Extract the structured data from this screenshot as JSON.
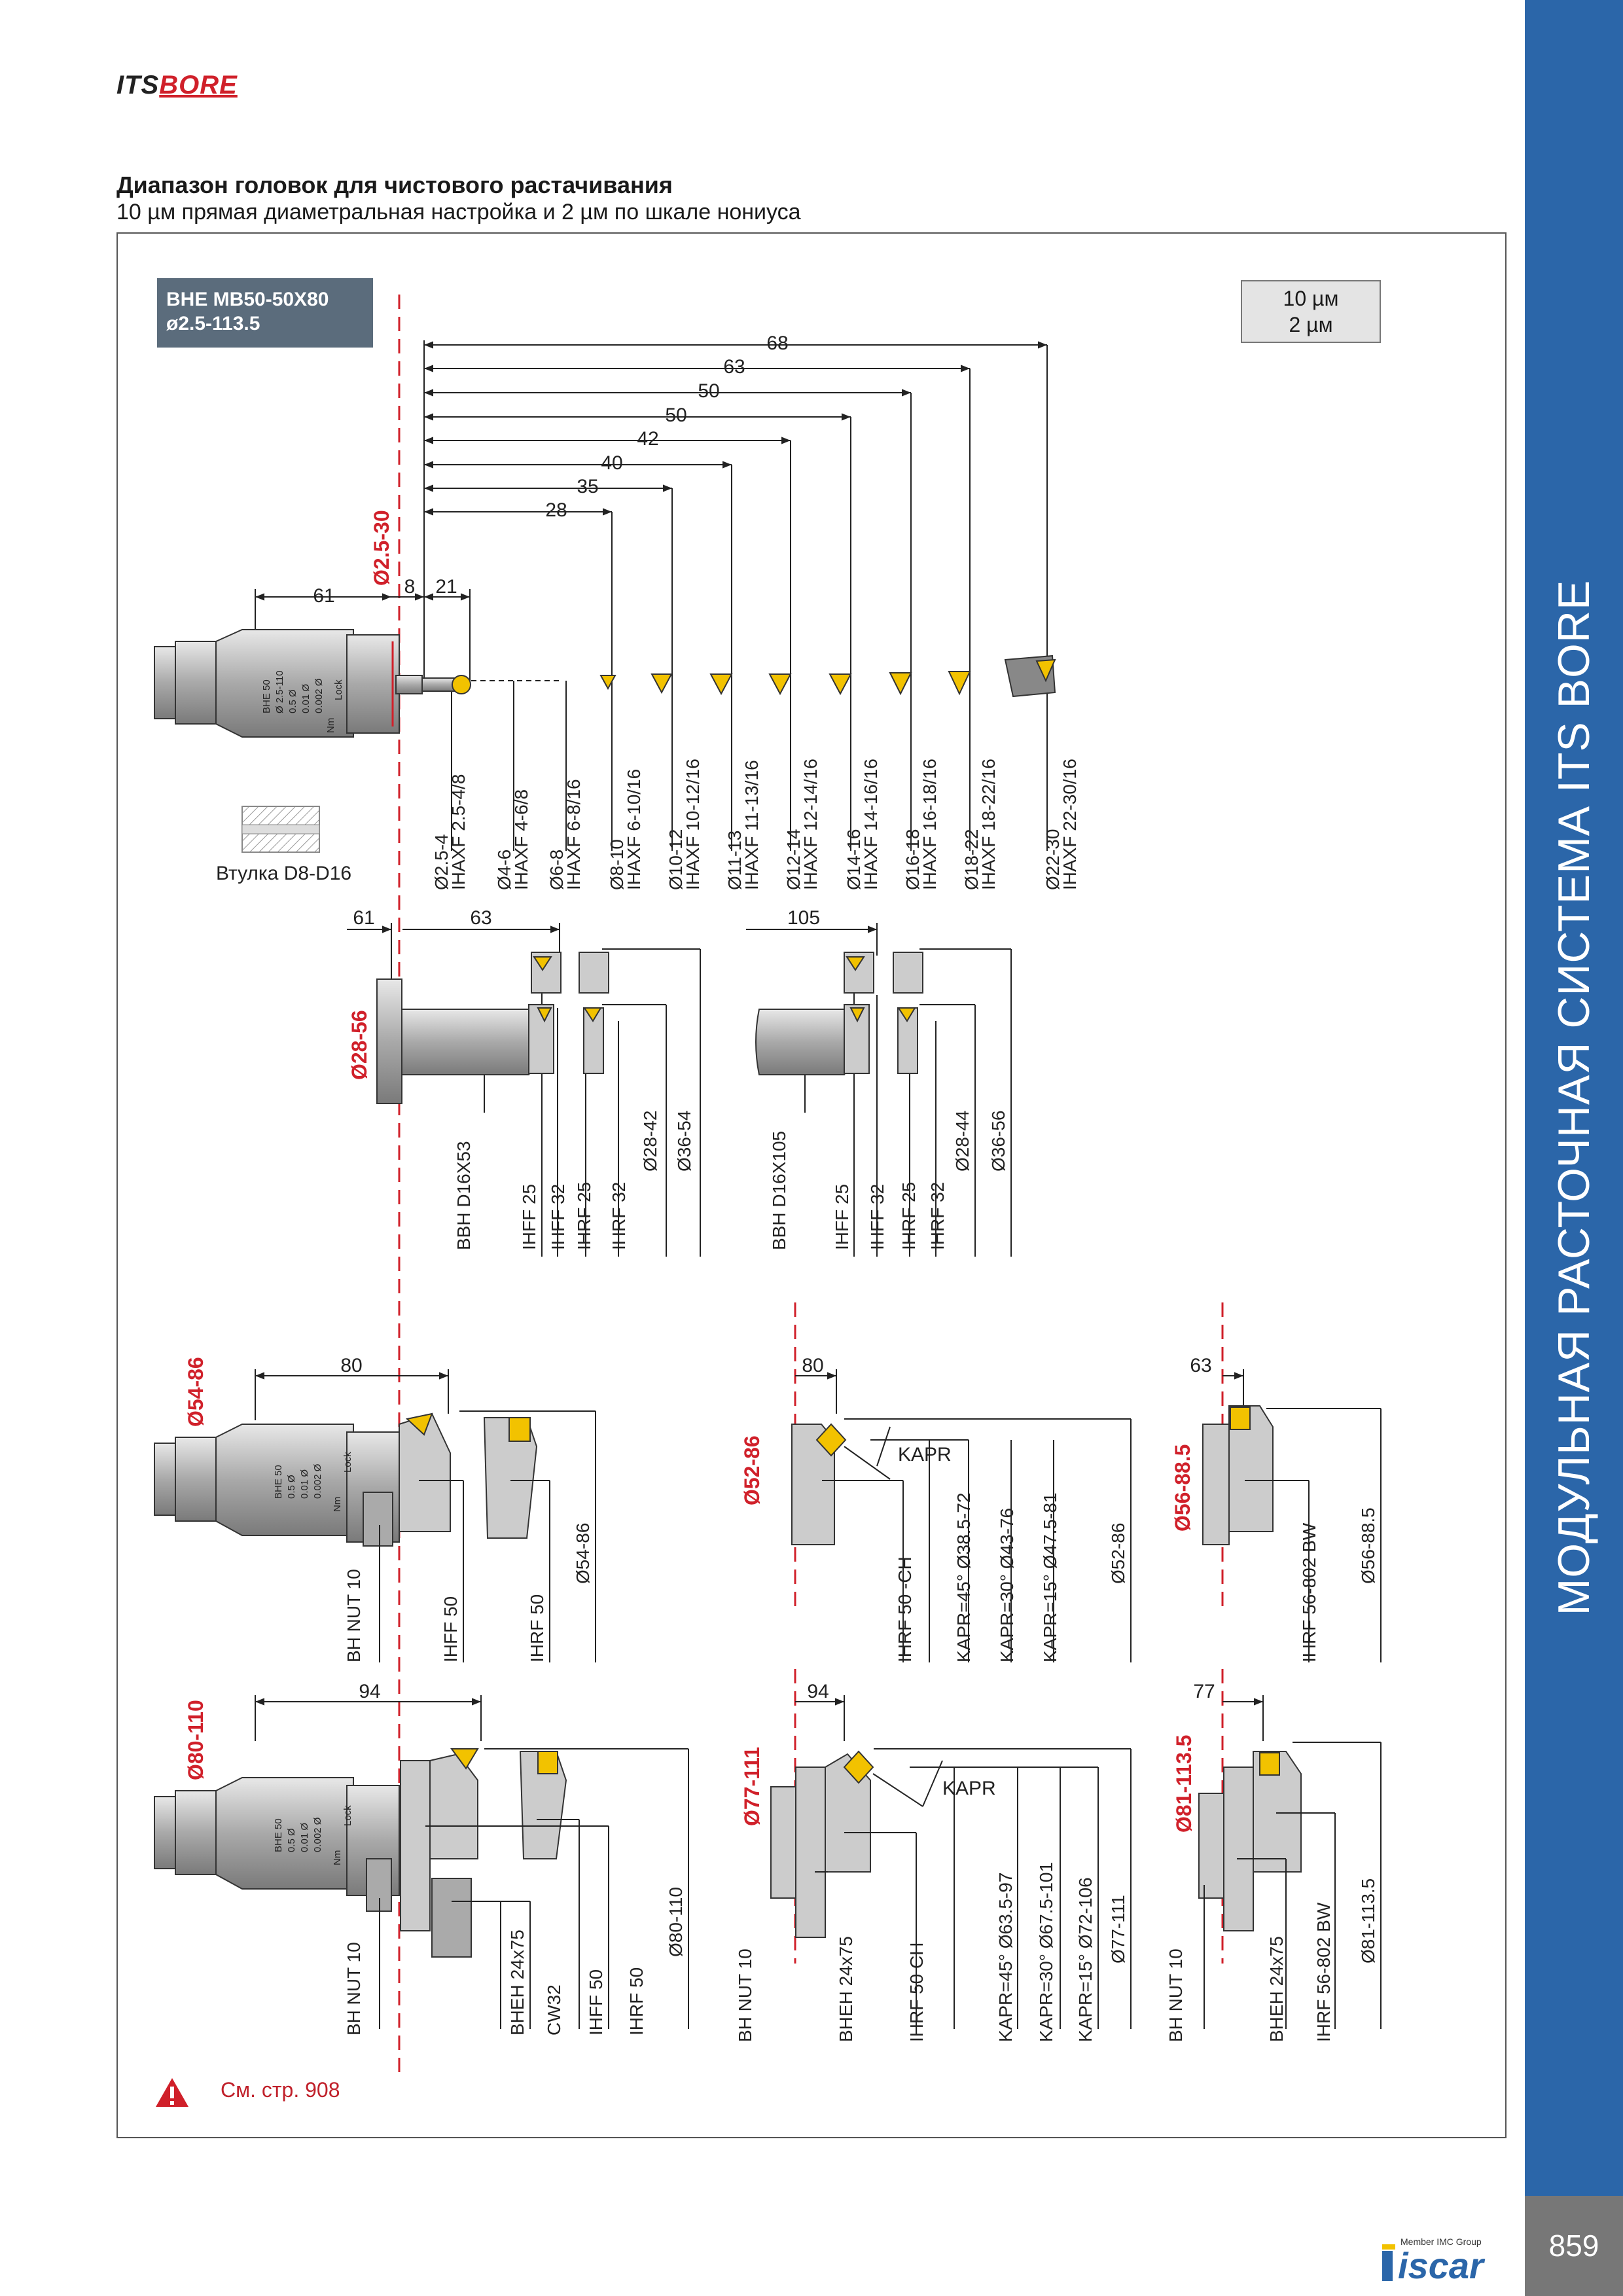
{
  "header": {
    "logo_part1": "ITS",
    "logo_part2": "BORE",
    "title": "Диапазон головок для чистового растачивания",
    "subtitle": "10 µм прямая диаметральная настройка и 2 µм по шкале нониуса"
  },
  "sidebar": {
    "text": "МОДУЛЬНАЯ РАСТОЧНАЯ СИСТЕМА ITS BORE"
  },
  "page_number": "859",
  "badge": {
    "line1": "BHE MB50-50X80",
    "line2": "ø2.5-113.5"
  },
  "units": {
    "line1": "10 µм",
    "line2": "2 µм"
  },
  "warning": {
    "text": "См. стр. 908"
  },
  "footer": {
    "member": "Member IMC Group",
    "brand": "iscar"
  },
  "colors": {
    "sidebar": "#2b66a9",
    "red": "#d0202a",
    "badge": "#5b6c7c",
    "insert": "#f2c200"
  },
  "sec1": {
    "dims": [
      "68",
      "63",
      "50",
      "50",
      "42",
      "40",
      "35",
      "28"
    ],
    "offsets": {
      "a": "61",
      "b": "8",
      "c": "21"
    },
    "range_label": "Ø2.5-30",
    "head_labels": [
      "BHE 50",
      "Ø 2.5-110",
      "0.5 Ø",
      "0.01 Ø",
      "0.002 Ø",
      "Lock",
      "Nm"
    ],
    "tools": [
      {
        "d": "Ø2.5-4",
        "t": "IHAXF  2.5-4/8"
      },
      {
        "d": "Ø4-6",
        "t": "IHAXF  4-6/8"
      },
      {
        "d": "Ø6-8",
        "t": "IHAXF  6-8/16"
      },
      {
        "d": "Ø8-10",
        "t": "IHAXF  6-10/16"
      },
      {
        "d": "Ø10-12",
        "t": "IHAXF  10-12/16"
      },
      {
        "d": "Ø11-13",
        "t": "IHAXF  11-13/16"
      },
      {
        "d": "Ø12-14",
        "t": "IHAXF  12-14/16"
      },
      {
        "d": "Ø14-16",
        "t": "IHAXF  14-16/16"
      },
      {
        "d": "Ø16-18",
        "t": "IHAXF  16-18/16"
      },
      {
        "d": "Ø18-22",
        "t": "IHAXF  18-22/16"
      },
      {
        "d": "Ø22-30",
        "t": "IHAXF  22-30/16"
      }
    ],
    "sleeve": "Втулка D8-D16"
  },
  "sec2": {
    "range_label": "Ø28-56",
    "dim61": "61",
    "dim63": "63",
    "dim105": "105",
    "left_labels": [
      "BBH D16X53",
      "IHFF 25",
      "IHFF 32",
      "IHRF 25",
      "IHRF 32",
      "Ø28-42",
      "Ø36-54"
    ],
    "right_labels": [
      "BBH D16X105",
      "IHFF 25",
      "IHFF 32",
      "IHRF 25",
      "IHRF 32",
      "Ø28-44",
      "Ø36-56"
    ]
  },
  "sec3": {
    "a": {
      "range": "Ø54-86",
      "dim": "80",
      "head": [
        "BHE 50",
        "0.5 Ø",
        "0.01 Ø",
        "0.002 Ø",
        "Lock",
        "Nm"
      ],
      "labels": [
        "BH NUT 10",
        "IHFF 50",
        "IHRF 50",
        "Ø54-86"
      ]
    },
    "b": {
      "range": "Ø52-86",
      "dim": "80",
      "kapr": "KAPR",
      "labels": [
        "IHRF 50 -CH",
        "KAPR=45°  Ø38.5-72",
        "KAPR=30°  Ø43-76",
        "KAPR=15°  Ø47.5-81",
        "Ø52-86"
      ]
    },
    "c": {
      "range": "Ø56-88.5",
      "dim": "63",
      "labels": [
        "IHRF 56-802 BW",
        "Ø56-88.5"
      ]
    }
  },
  "sec4": {
    "a": {
      "range": "Ø80-110",
      "dim": "94",
      "head": [
        "BHE 50",
        "0.5 Ø",
        "0.01 Ø",
        "0.002 Ø",
        "Lock",
        "Nm"
      ],
      "labels": [
        "BH NUT 10",
        "BHEH 24x75",
        "CW32",
        "IHFF 50",
        "IHRF 50",
        "Ø80-110"
      ]
    },
    "b": {
      "range": "Ø77-111",
      "dim": "94",
      "kapr": "KAPR",
      "labels": [
        "BH NUT 10",
        "BHEH 24x75",
        "IHRF 50 CH",
        "KAPR=45°  Ø63.5-97",
        "KAPR=30°  Ø67.5-101",
        "KAPR=15°  Ø72-106",
        "Ø77-111"
      ]
    },
    "c": {
      "range": "Ø81-113.5",
      "dim": "77",
      "labels": [
        "BH NUT 10",
        "BHEH 24x75",
        "IHRF 56-802 BW",
        "Ø81-113.5"
      ]
    }
  }
}
